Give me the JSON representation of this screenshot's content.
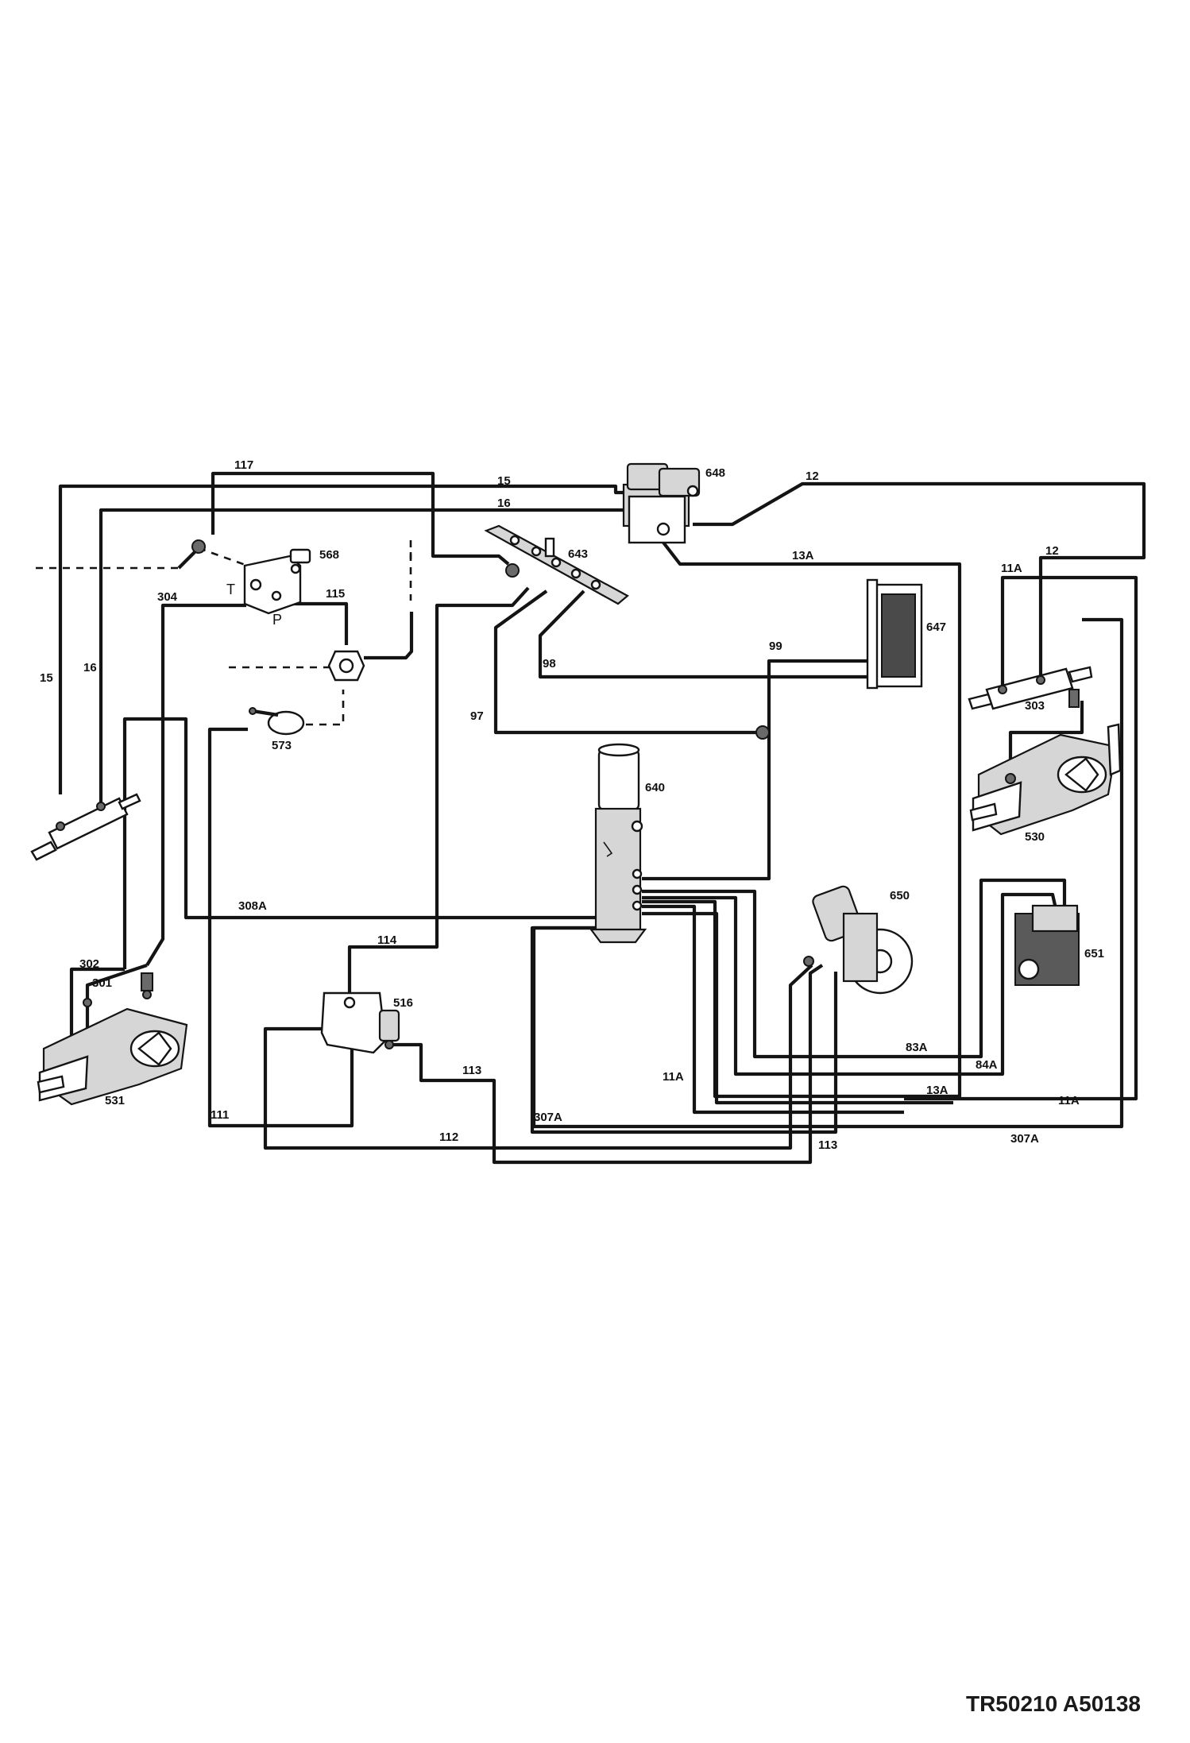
{
  "figure_code": "TR50210 A50138",
  "components": {
    "c516": "516",
    "c530": "530",
    "c531": "531",
    "c568": "568",
    "c573": "573",
    "c640": "640",
    "c643": "643",
    "c647": "647",
    "c648": "648",
    "c650": "650",
    "c651": "651"
  },
  "port_labels": {
    "t": "T",
    "p": "P"
  },
  "hose_labels": {
    "h117": "117",
    "h15a": "15",
    "h16a": "16",
    "h12a": "12",
    "h13a_top": "13A",
    "h11a_top": "11A",
    "h12b": "12",
    "h304": "304",
    "h115": "115",
    "h15b": "15",
    "h16b": "16",
    "h99": "99",
    "h98": "98",
    "h97": "97",
    "h303": "303",
    "h308a": "308A",
    "h302": "302",
    "h301": "301",
    "h114": "114",
    "h113a": "113",
    "h111": "111",
    "h112": "112",
    "h307a_l": "307A",
    "h11a_m": "11A",
    "h83a": "83A",
    "h84a": "84A",
    "h13a_b": "13A",
    "h11a_r": "11A",
    "h307a_r": "307A",
    "h113b": "113"
  }
}
